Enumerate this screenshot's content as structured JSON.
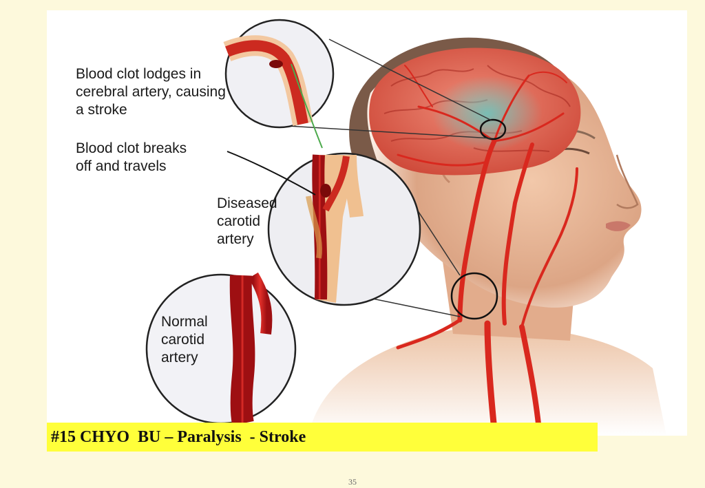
{
  "labels": {
    "clot_lodges": "Blood clot lodges in\ncerebral artery, causing\na stroke",
    "clot_breaks": "Blood clot breaks\noff and travels",
    "diseased": "Diseased\ncarotid\nartery",
    "normal": "Normal\ncarotid\nartery"
  },
  "caption": "#15 CHYO  BU – Paralysis  - Stroke",
  "page_number": "35",
  "colors": {
    "slide_background": "#fdf9dc",
    "caption_highlight": "#ffff3a",
    "artery_red": "#d9281e",
    "skin": "#e8b89a",
    "brain": "#e06a55",
    "ischemic_area": "#7fc8c0"
  }
}
